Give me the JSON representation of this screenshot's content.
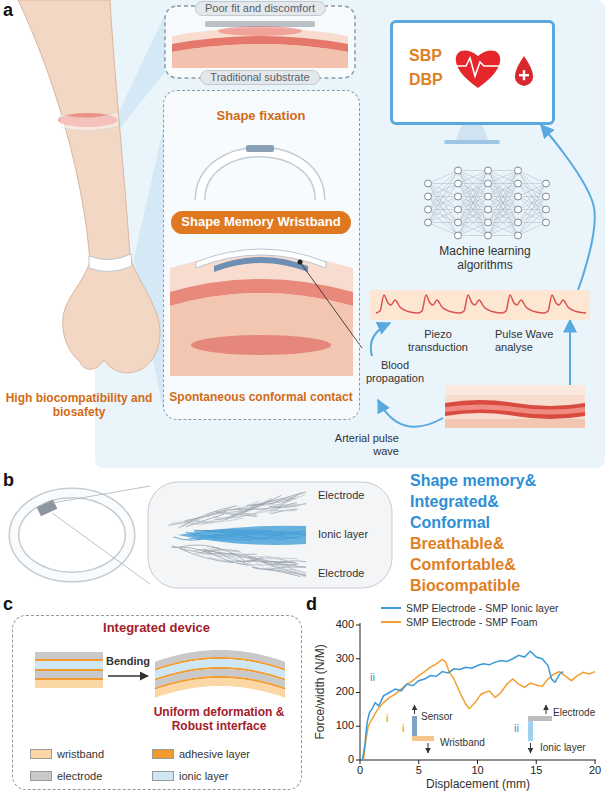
{
  "diagram": {
    "nodes": [
      {
        "text": [
          "Poor fit and discomfort"
        ]
      },
      {
        "text": [
          "Traditional substrate"
        ]
      },
      {
        "text": [
          "Shape fixation",
          "Spontaneous conformal contact"
        ]
      },
      {
        "text": [
          "Shape Memory Wristband"
        ],
        "in": 2
      },
      {
        "text": [
          "SBP",
          "DBP"
        ]
      },
      {
        "text": [
          "Pulse Wave analyse"
        ]
      },
      {
        "text": [
          "Arterial pulse wave"
        ]
      },
      {
        "text": [
          "Integrated device",
          "Uniform deformation & Robust interface"
        ]
      }
    ],
    "edges": [
      {
        "from": 5,
        "to": 4,
        "arrow": "to"
      },
      {
        "from": 6,
        "to": 5,
        "arrow": "to"
      }
    ],
    "labels": [
      "a",
      "Machine learning algorithms",
      "Piezo transduction",
      "Blood propagation",
      "High biocompatibility and biosafety",
      "b",
      "Electrode",
      "Ionic layer",
      "Electrode",
      "Shape memory&",
      "Integrated&",
      "Conformal",
      "Breathable&",
      "Comfortable&",
      "Biocompatible",
      "c",
      "Bending",
      "d",
      "400",
      "300",
      "200",
      "100",
      "0",
      "0",
      "5",
      "10",
      "15",
      "20",
      "Force/width (N/M)",
      "Displacement (mm)",
      "ii",
      "i",
      "Sensor",
      "Wristband",
      "i",
      "Electrode",
      "Ionic layer",
      "ii"
    ],
    "legend": [
      {
        "text": "wristband",
        "color": "#fbd7a5"
      },
      {
        "text": "adhesive layer",
        "color": "#f29a2e"
      },
      {
        "text": "electrode",
        "color": "#c9c9c9"
      },
      {
        "text": "ionic layer",
        "color": "#cde7f6"
      },
      {
        "text": "SMP Electrode - SMP Ionic layer"
      },
      {
        "text": "SMP Electrode - SMP Foam"
      }
    ]
  }
}
